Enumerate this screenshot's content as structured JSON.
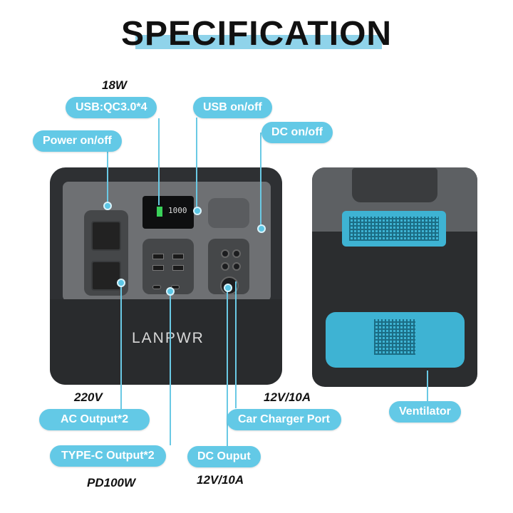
{
  "title": "SPECIFICATION",
  "brand": "LANPWR",
  "specs": {
    "usb_watt": "18W",
    "ac_voltage": "220V",
    "car_rating": "12V/10A",
    "typec_watt": "PD100W",
    "dc_rating": "12V/10A"
  },
  "labels": {
    "usb_qc": "USB:QC3.0*4",
    "usb_onoff": "USB on/off",
    "dc_onoff": "DC on/off",
    "power_onoff": "Power on/off",
    "ac_output": "AC Output*2",
    "car_charger": "Car Charger Port",
    "typec_output": "TYPE-C Output*2",
    "dc_output": "DC Ouput",
    "ventilator": "Ventilator"
  },
  "colors": {
    "accent": "#63c9e6",
    "title_highlight": "#8fd3ea",
    "body": "#2e3033",
    "vent": "#3eb3d3"
  }
}
